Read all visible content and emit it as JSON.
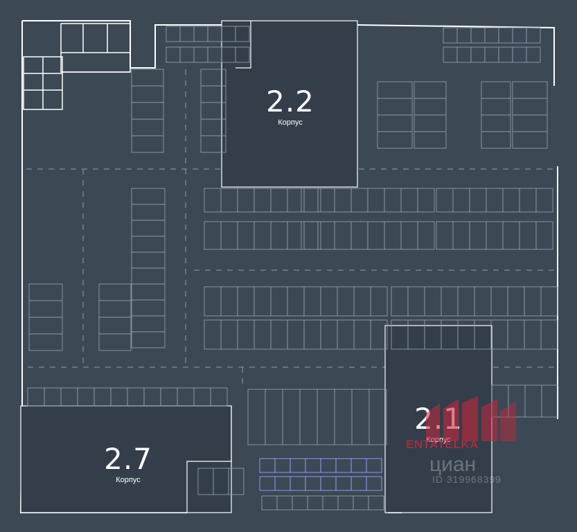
{
  "buildings": [
    {
      "number": "2.2",
      "word": "Корпус"
    },
    {
      "number": "2.1",
      "word": "Корпус"
    },
    {
      "number": "2.7",
      "word": "Корпус"
    }
  ],
  "watermark": {
    "brand": "ENTATELKA",
    "service": "циан",
    "id_text": "ID 319968399"
  },
  "colors": {
    "background": "#3d4855",
    "building_fill": "#343e4a",
    "lines": "#ffffff",
    "spot_lines": "#8e9bab",
    "accent_spots": "#8da3ff",
    "watermark_red": "#c4283e"
  }
}
